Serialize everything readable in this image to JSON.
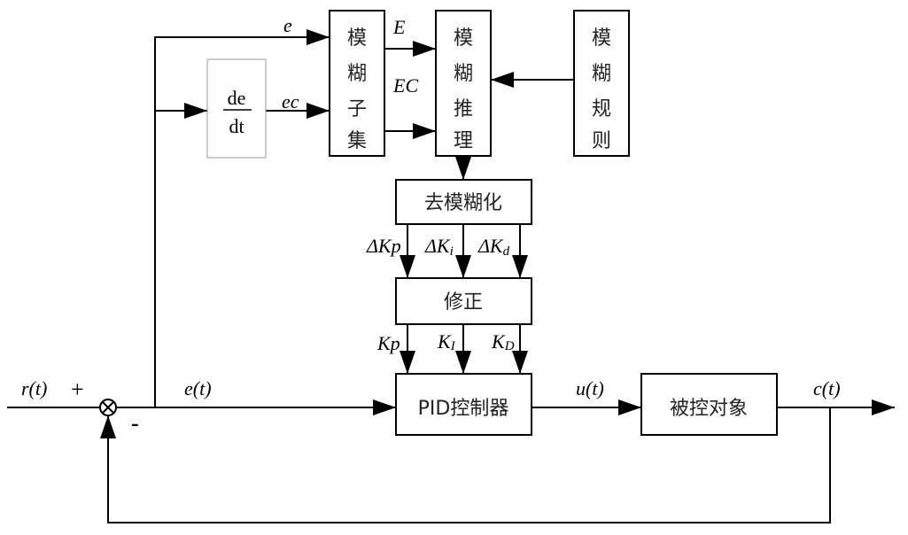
{
  "blocks": {
    "derivative": {
      "numerator": "de",
      "denominator": "dt"
    },
    "fuzzy_subset": [
      "模",
      "糊",
      "子",
      "集"
    ],
    "fuzzy_inference": [
      "模",
      "糊",
      "推",
      "理"
    ],
    "fuzzy_rules": [
      "模",
      "糊",
      "规",
      "则"
    ],
    "defuzzify": "去模糊化",
    "correction": "修正",
    "pid": "PID控制器",
    "plant": "被控对象"
  },
  "signals": {
    "e": "e",
    "ec": "ec",
    "E": "E",
    "EC": "EC",
    "dKp": "ΔKp",
    "dKi": "ΔK",
    "dKi_sub": "i",
    "dKd": "ΔK",
    "dKd_sub": "d",
    "Kp": "Kp",
    "KI": "K",
    "KI_sub": "I",
    "KD": "K",
    "KD_sub": "D",
    "r": "r(t)",
    "plus": "+",
    "minus": "-",
    "et": "e(t)",
    "u": "u(t)",
    "c": "c(t)"
  }
}
